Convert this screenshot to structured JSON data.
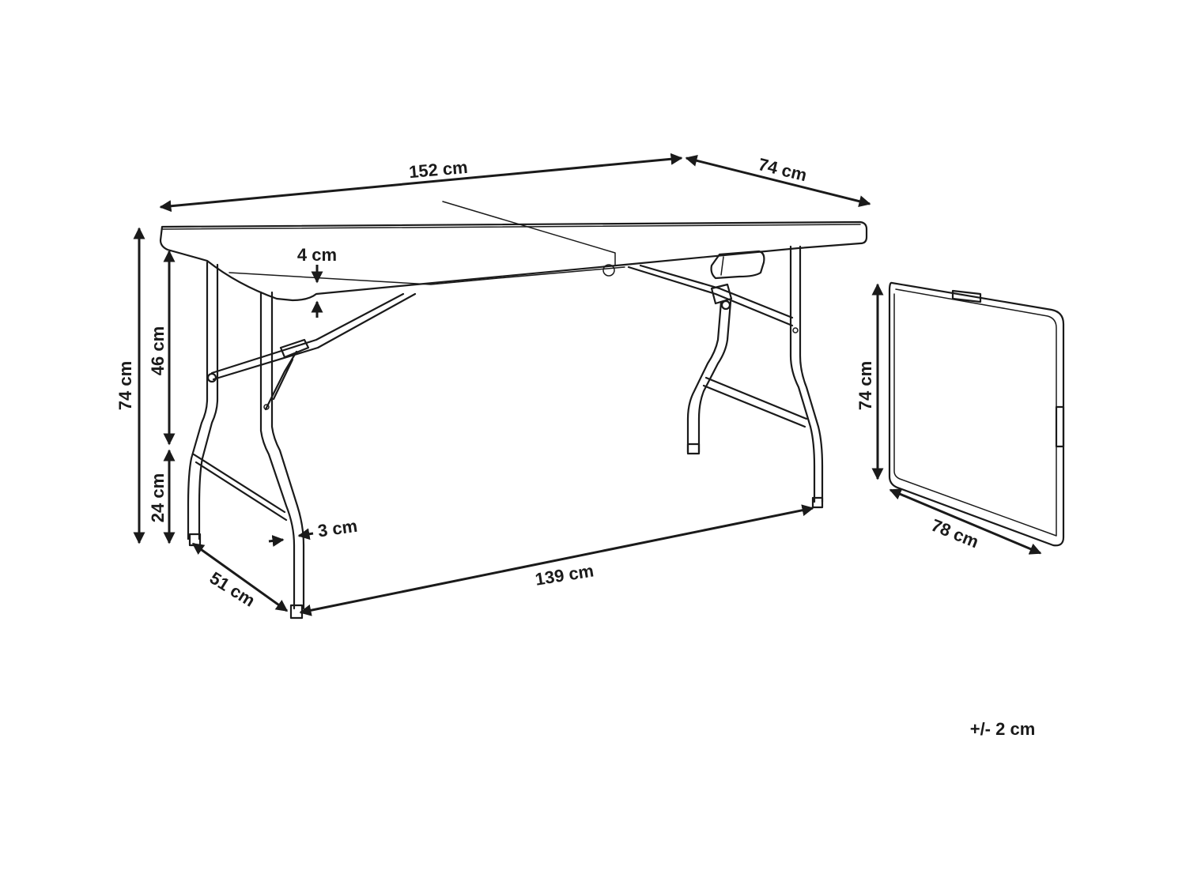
{
  "dimensions": {
    "length_open": "152 cm",
    "width_open": "74 cm",
    "height_open": "74 cm",
    "under_table_height": "46 cm",
    "lower_bar_height": "24 cm",
    "top_thickness": "4 cm",
    "leg_width": "3 cm",
    "leg_span_depth": "51 cm",
    "leg_span_length": "139 cm",
    "folded_height": "74 cm",
    "folded_length": "78 cm"
  },
  "tolerance": "+/- 2 cm"
}
